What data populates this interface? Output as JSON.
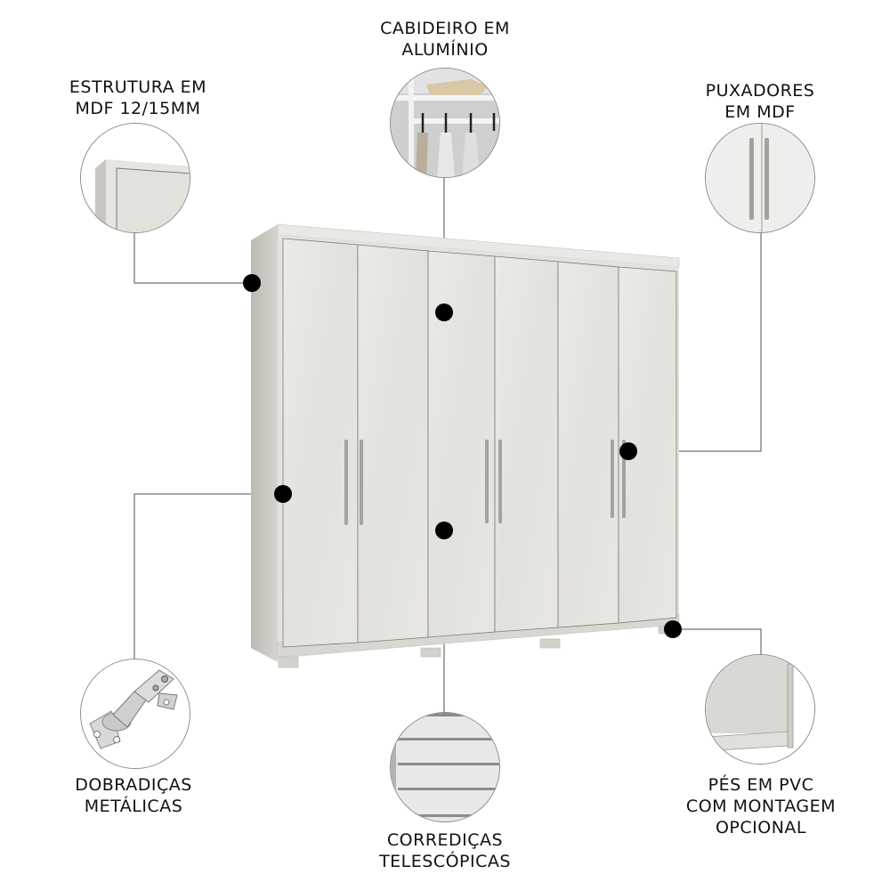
{
  "product": {
    "name": "6-door wardrobe",
    "body_color": "#e6e4df",
    "door_color": "#e9e8e4",
    "handle_color": "#9c9a96",
    "door_count": 6
  },
  "features": [
    {
      "id": "estrutura",
      "line1": "ESTRUTURA EM",
      "line2": "MDF 12/15MM",
      "line3": "",
      "detail": "cabinet-corner-closeup"
    },
    {
      "id": "cabideiro",
      "line1": "CABIDEIRO EM",
      "line2": "ALUMÍNIO",
      "line3": "",
      "detail": "hanging-rail-closeup"
    },
    {
      "id": "puxadores",
      "line1": "PUXADORES",
      "line2": "EM MDF",
      "line3": "",
      "detail": "door-handles-closeup"
    },
    {
      "id": "dobradicas",
      "line1": "DOBRADIÇAS",
      "line2": "METÁLICAS",
      "line3": "",
      "detail": "metal-hinge-closeup"
    },
    {
      "id": "corredicas",
      "line1": "CORREDIÇAS",
      "line2": "TELESCÓPICAS",
      "line3": "",
      "detail": "drawers-closeup"
    },
    {
      "id": "pes",
      "line1": "PÉS EM PVC",
      "line2": "COM MONTAGEM",
      "line3": "OPCIONAL",
      "detail": "pvc-feet-closeup"
    }
  ],
  "colors": {
    "text": "#111111",
    "leader_line": "#6f6f6f",
    "marker_dot": "#000000",
    "circle_border": "#8a8a8a"
  }
}
